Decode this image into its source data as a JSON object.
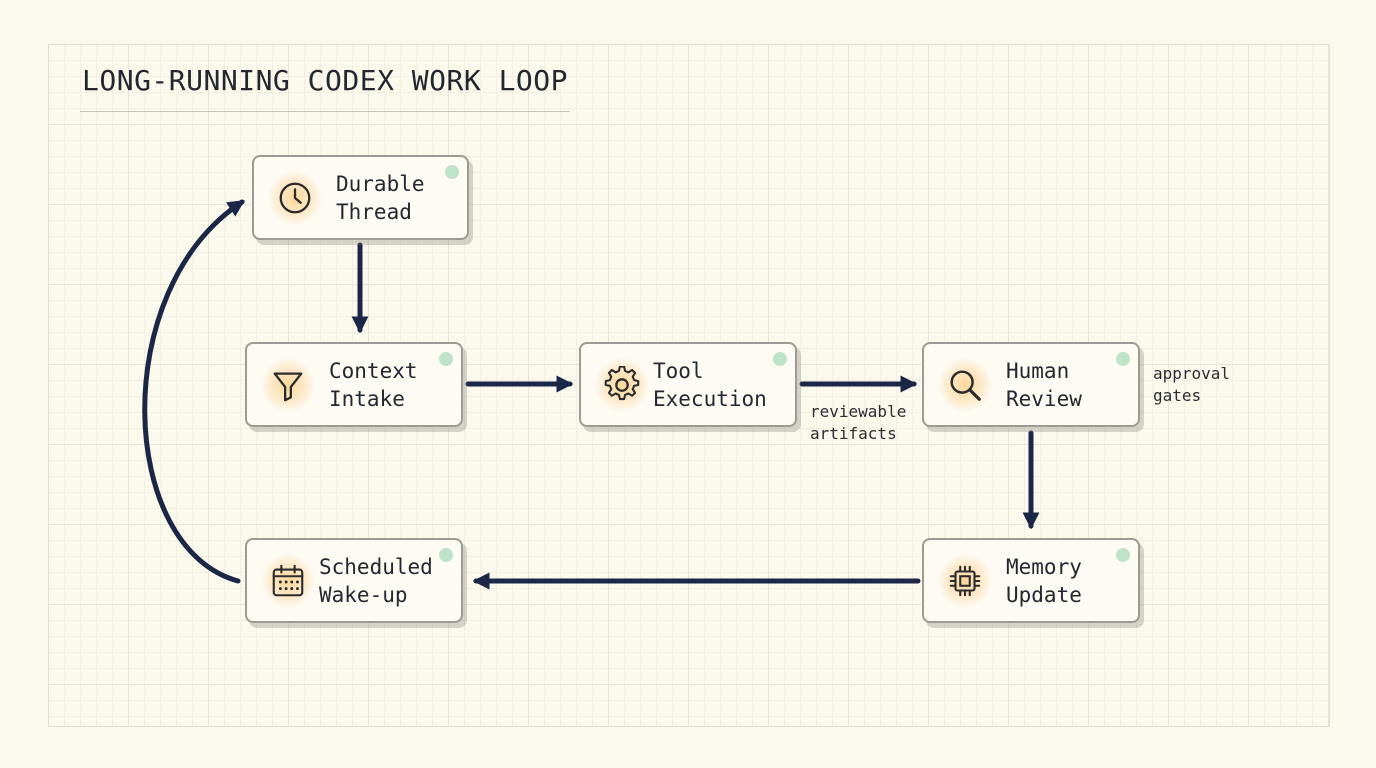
{
  "title": "LONG-RUNNING CODEX WORK LOOP",
  "accent_color": "#1b2747",
  "nodes": {
    "durable_thread": {
      "label": "Durable\nThread",
      "icon": "clock-icon"
    },
    "context_intake": {
      "label": "Context\nIntake",
      "icon": "funnel-icon"
    },
    "tool_execution": {
      "label": "Tool\nExecution",
      "icon": "gear-icon"
    },
    "human_review": {
      "label": "Human\nReview",
      "icon": "magnifier-icon"
    },
    "memory_update": {
      "label": "Memory\nUpdate",
      "icon": "chip-icon"
    },
    "scheduled_wakeup": {
      "label": "Scheduled\nWake-up",
      "icon": "calendar-icon"
    }
  },
  "notes": {
    "reviewable_artifacts": "reviewable\nartifacts",
    "approval_gates": "approval\ngates"
  },
  "edges": [
    {
      "from": "Durable Thread",
      "to": "Context Intake"
    },
    {
      "from": "Context Intake",
      "to": "Tool Execution"
    },
    {
      "from": "Tool Execution",
      "to": "Human Review"
    },
    {
      "from": "Human Review",
      "to": "Memory Update"
    },
    {
      "from": "Memory Update",
      "to": "Scheduled Wake-up"
    },
    {
      "from": "Scheduled Wake-up",
      "to": "Durable Thread"
    }
  ]
}
